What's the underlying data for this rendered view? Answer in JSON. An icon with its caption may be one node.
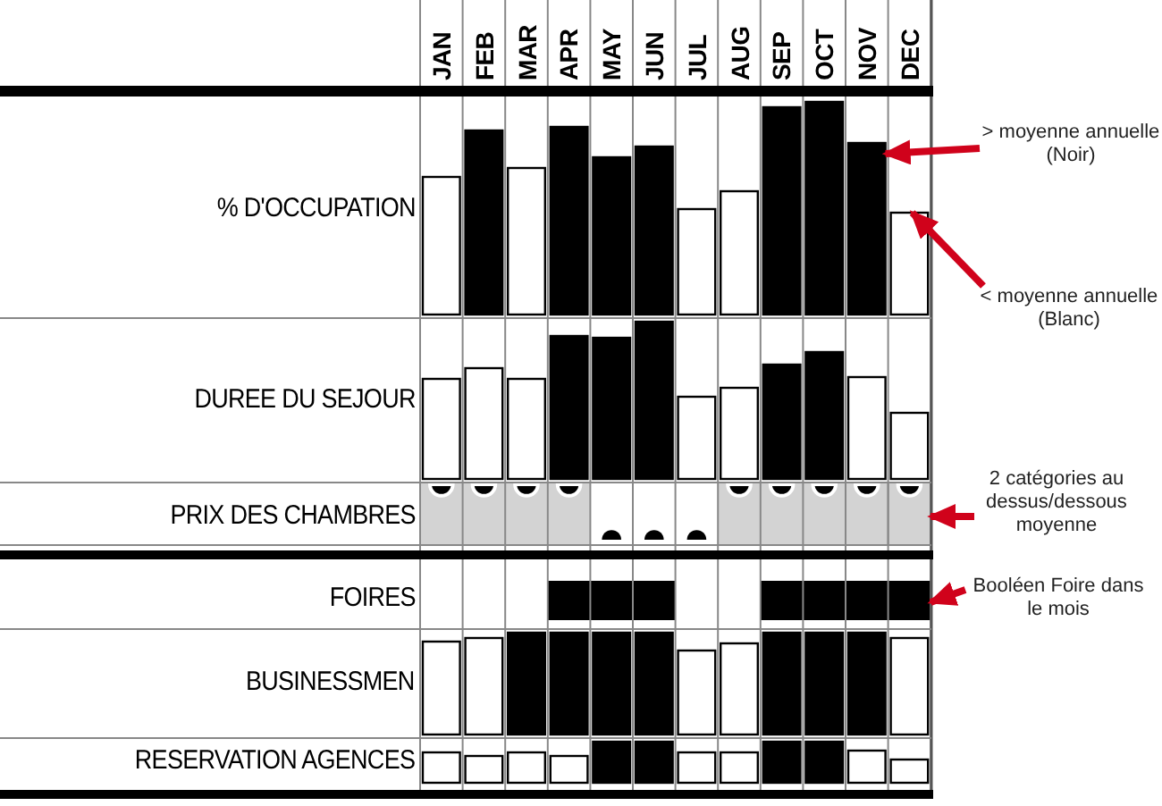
{
  "diagram": {
    "nodes": [
      {
        "text": [
          "> moyenne annuelle (Noir)"
        ]
      },
      {
        "text": [
          "< moyenne annuelle (Blanc)"
        ]
      },
      {
        "text": [
          "2 catégories au dessus/dessous moyenne"
        ]
      },
      {
        "text": [
          "Booléen Foire dans le mois"
        ]
      },
      {
        "text": [],
        "shape": "bar"
      },
      {
        "text": [],
        "shape": "bar"
      },
      {
        "text": [],
        "shape": "box"
      },
      {
        "text": [],
        "shape": "bar"
      }
    ],
    "edges": [
      {
        "from": 0,
        "to": 4,
        "arrow": "to"
      },
      {
        "from": 1,
        "to": 5,
        "arrow": "to"
      },
      {
        "from": 2,
        "to": 6,
        "arrow": "to"
      },
      {
        "from": 3,
        "to": 7,
        "arrow": "to"
      }
    ],
    "labels": [
      "JAN",
      "FEB",
      "MAR",
      "APR",
      "MAY",
      "JUN",
      "JUL",
      "AUG",
      "SEP",
      "OCT",
      "NOV",
      "DEC",
      "% D'OCCUPATION",
      "DUREE DU SEJOUR",
      "PRIX DES CHAMBRES",
      "FOIRES",
      "BUSINESSMEN",
      "RESERVATION AGENCES"
    ]
  }
}
